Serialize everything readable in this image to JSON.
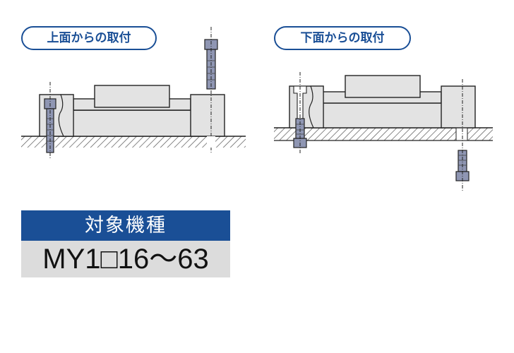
{
  "labels": {
    "top_mount": "上面からの取付",
    "bottom_mount": "下面からの取付"
  },
  "applicable_models": {
    "header": "対象機種",
    "value": "MY1□16～63"
  },
  "colors": {
    "accent": "#1a4f96",
    "header_bg": "#1a4f96",
    "value_bg": "#dcdcdc",
    "part_fill": "#e3e3e3",
    "bolt_fill": "#8f96b3"
  }
}
